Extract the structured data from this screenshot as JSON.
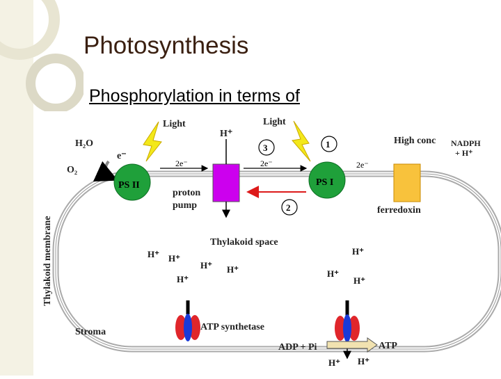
{
  "slide": {
    "title": "Photosynthesis",
    "subtitle": "Phosphorylation in terms of"
  },
  "diagram": {
    "light_left": "Light",
    "light_right": "Light",
    "h2o": "H₂O",
    "o2": "O₂",
    "e_minus": "e⁻",
    "ps2": "PS II",
    "ps1": "PS I",
    "two_e_1": "2e⁻",
    "two_e_2": "2e⁻",
    "two_e_3": "2e⁻",
    "h_plus_top": "H⁺",
    "step_1": "1",
    "step_2": "2",
    "step_3": "3",
    "high_conc": "High conc",
    "nadph": "NADPH",
    "nadph_h": "+ H⁺",
    "proton": "proton",
    "pump": "pump",
    "ferredoxin": "ferredoxin",
    "thylakoid_space": "Thylakoid space",
    "thylakoid_membrane": "Thylakoid membrane",
    "stroma": "Stroma",
    "atp_synthetase": "ATP synthetase",
    "adp_pi": "ADP + Pi",
    "atp": "ATP",
    "h_ions": [
      "H⁺",
      "H⁺",
      "H⁺",
      "H⁺",
      "H⁺",
      "H⁺",
      "H⁺",
      "H⁺"
    ],
    "h_bottom_1": "H⁺",
    "h_bottom_2": "H⁺",
    "colors": {
      "ps_green": "#1fa03a",
      "pump_purple": "#cc00ee",
      "ferredoxin_yellow": "#f8c23c",
      "lightning": "#f3e81a",
      "arrow_red": "#dd1a1a",
      "synthetase_red": "#e0262b",
      "synthetase_blue": "#1a3ad8"
    }
  }
}
